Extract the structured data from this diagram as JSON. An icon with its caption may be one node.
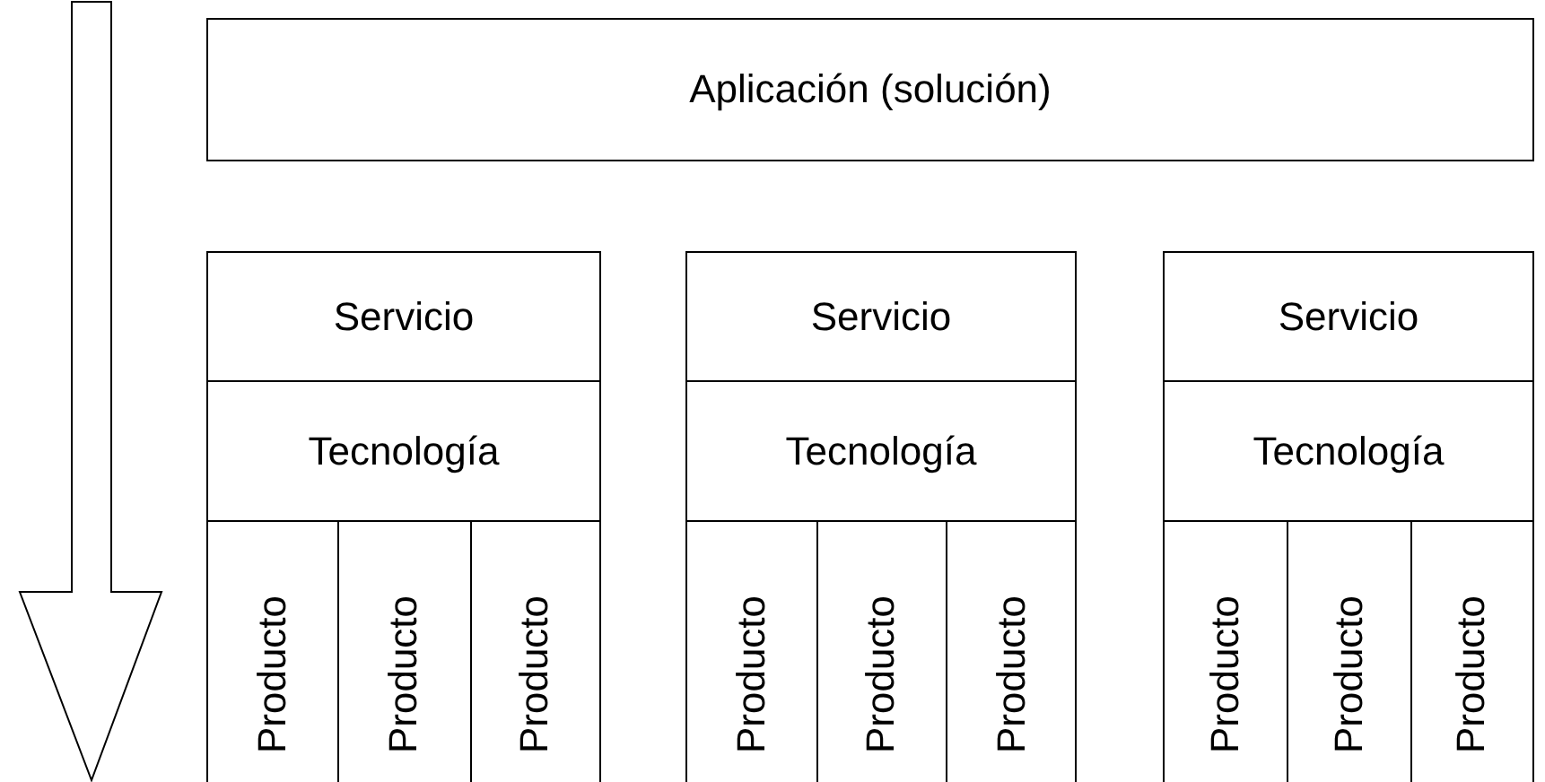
{
  "diagram": {
    "nodes": [
      {
        "text": [
          "Aplicación (solución)"
        ]
      },
      {
        "text": [
          "Servicio"
        ]
      },
      {
        "text": [
          "Tecnología"
        ]
      },
      {
        "text": [
          "Producto"
        ]
      },
      {
        "text": [
          "Producto"
        ]
      },
      {
        "text": [
          "Producto"
        ]
      },
      {
        "text": [
          "Servicio"
        ]
      },
      {
        "text": [
          "Tecnología"
        ]
      },
      {
        "text": [
          "Producto"
        ]
      },
      {
        "text": [
          "Producto"
        ]
      },
      {
        "text": [
          "Producto"
        ]
      },
      {
        "text": [
          "Servicio"
        ]
      },
      {
        "text": [
          "Tecnología"
        ]
      },
      {
        "text": [
          "Producto"
        ]
      },
      {
        "text": [
          "Producto"
        ]
      },
      {
        "text": [
          "Producto"
        ]
      }
    ]
  }
}
